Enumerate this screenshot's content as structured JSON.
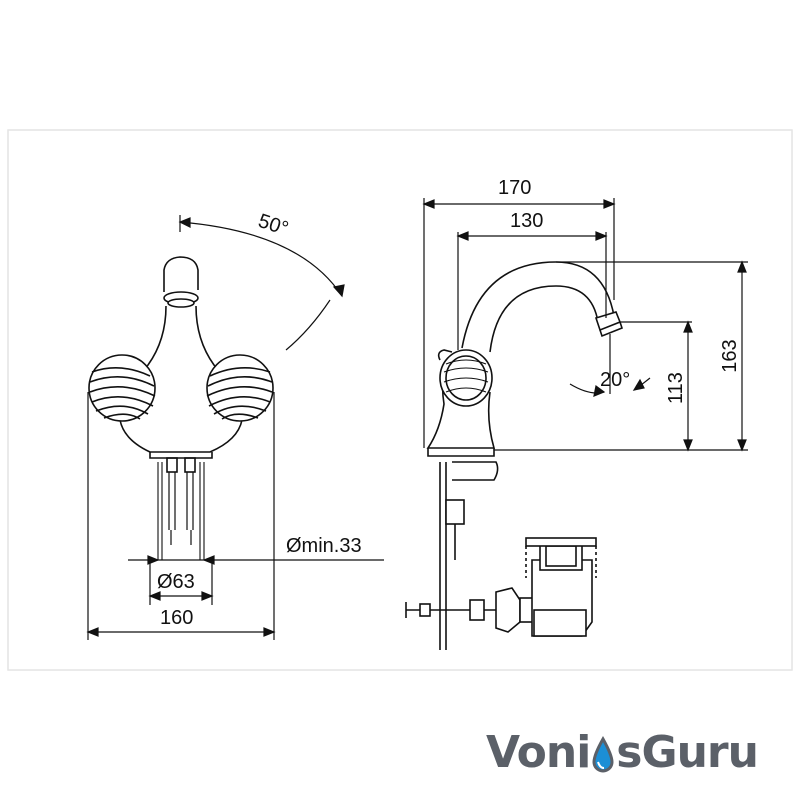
{
  "dimensions": {
    "front": {
      "angle": "50°",
      "min_hole": "Ømin.33",
      "base_diameter": "Ø63",
      "width": "160"
    },
    "side": {
      "reach_total": "170",
      "reach_spout": "130",
      "height_total": "163",
      "height_spout": "113",
      "spout_angle": "20°"
    }
  },
  "logo": {
    "text_left": "Voni",
    "text_right": "sGuru",
    "drop_icon": "water-drop-icon",
    "colors": {
      "text": "#5b6068",
      "drop_blue": "#1c8fd6",
      "drop_outline": "#5b6068"
    }
  }
}
